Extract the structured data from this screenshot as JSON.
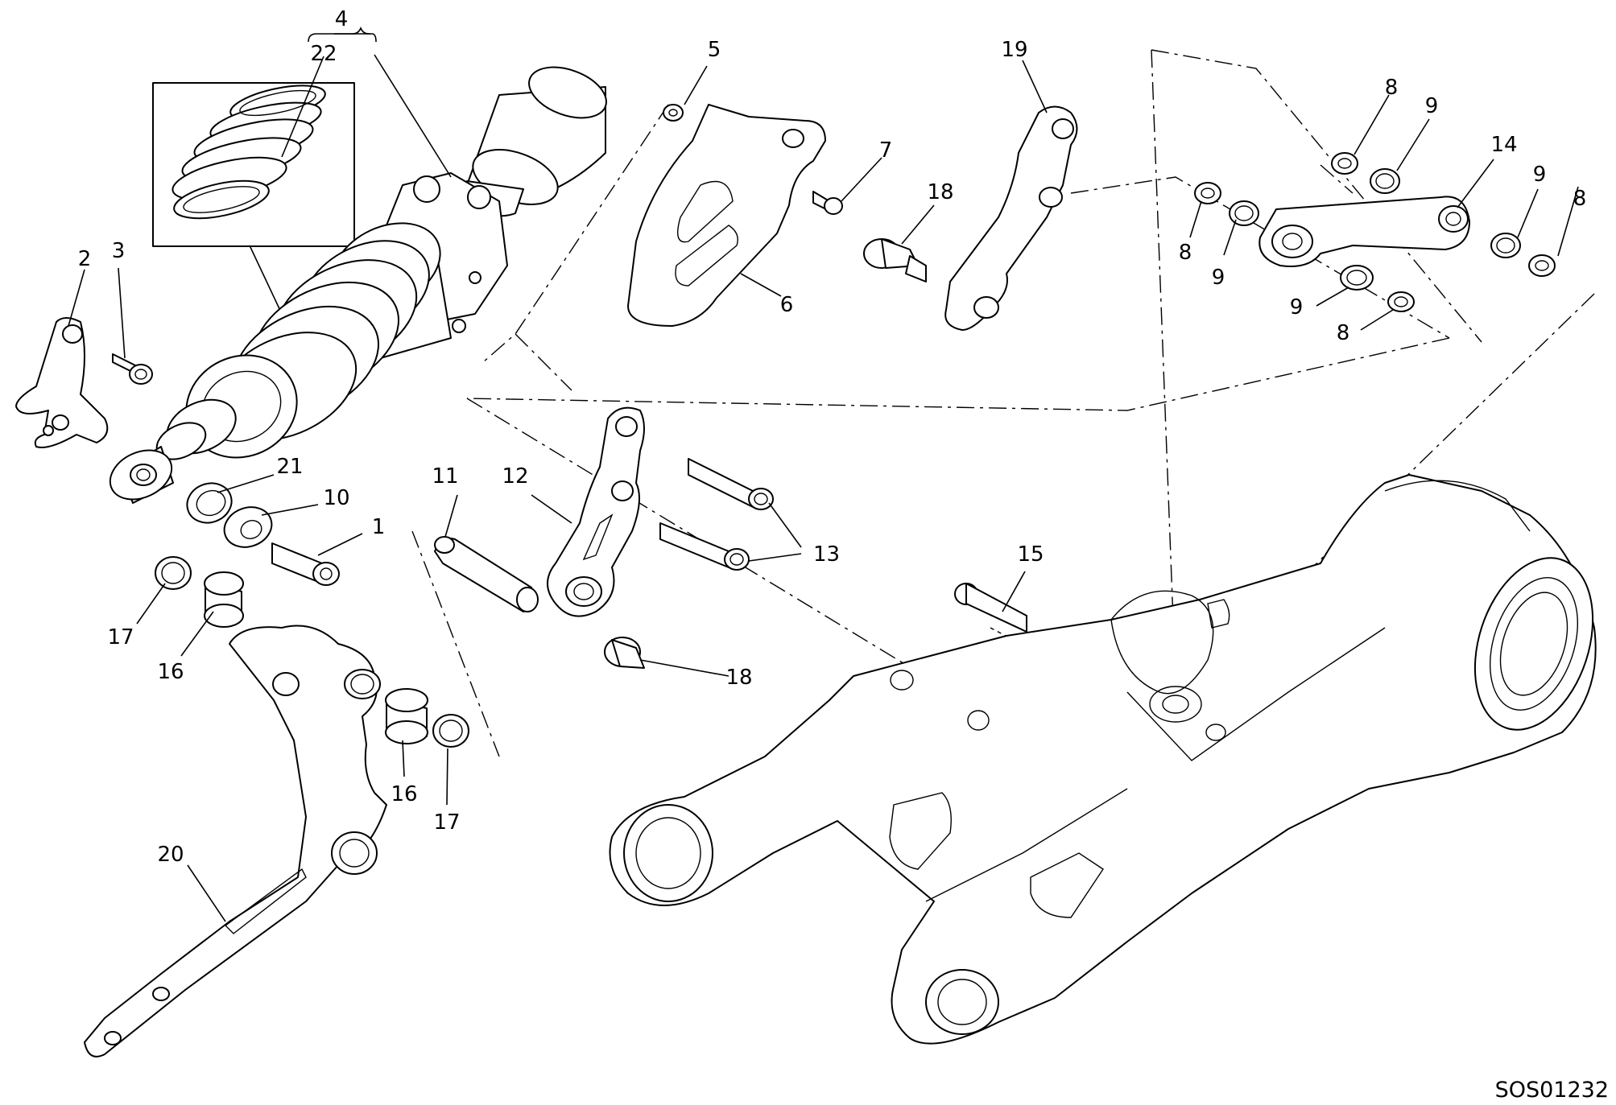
{
  "diagram": {
    "callouts": {
      "c1": "1",
      "c2": "2",
      "c3": "3",
      "c4": "4",
      "c5": "5",
      "c6": "6",
      "c7": "7",
      "c8a": "8",
      "c8b": "8",
      "c8c": "8",
      "c8d": "8",
      "c9a": "9",
      "c9b": "9",
      "c9c": "9",
      "c9d": "9",
      "c10": "10",
      "c11": "11",
      "c12": "12",
      "c13": "13",
      "c14": "14",
      "c15": "15",
      "c16a": "16",
      "c16b": "16",
      "c17a": "17",
      "c17b": "17",
      "c18a": "18",
      "c18b": "18",
      "c19": "19",
      "c20": "20",
      "c21": "21",
      "c22": "22"
    },
    "drawing_code": "SOS01232"
  }
}
